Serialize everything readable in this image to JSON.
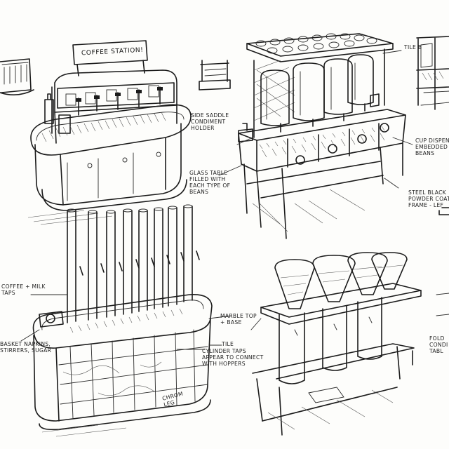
{
  "sketch": {
    "sign_text": "COFFEE STATION!",
    "notes": {
      "tile_top": "TILE B",
      "side_saddle": "SIDE SADDLE\nCONDIMENT\nHOLDER",
      "glass_table": "GLASS TABLE\nFILLED WITH\nEACH TYPE OF\nBEANS",
      "cup_dispenser": "CUP DISPEN\nEMBEDDED F\nBEANS",
      "steel_black": "STEEL BLACK\nPOWDER COATE\nFRAME - LEF",
      "coffee_milk": "COFFEE + MILK\nTAPS",
      "marble_top": "MARBLE TOP\n+ BASE",
      "tile_lower": "TILE",
      "basket": "BASKET NAPKINS,\nSTIRRERS, SUGAR",
      "cylinder": "CYLINDER TAPS\nAPPEAR TO CONNECT\nWITH HOPPERS",
      "chrome": "CHROM\nLEG",
      "fold": "FOLD\nCONDI\nTABL"
    }
  },
  "colors": {
    "ink": "#1b1b1b",
    "paper": "#fdfdfb"
  }
}
